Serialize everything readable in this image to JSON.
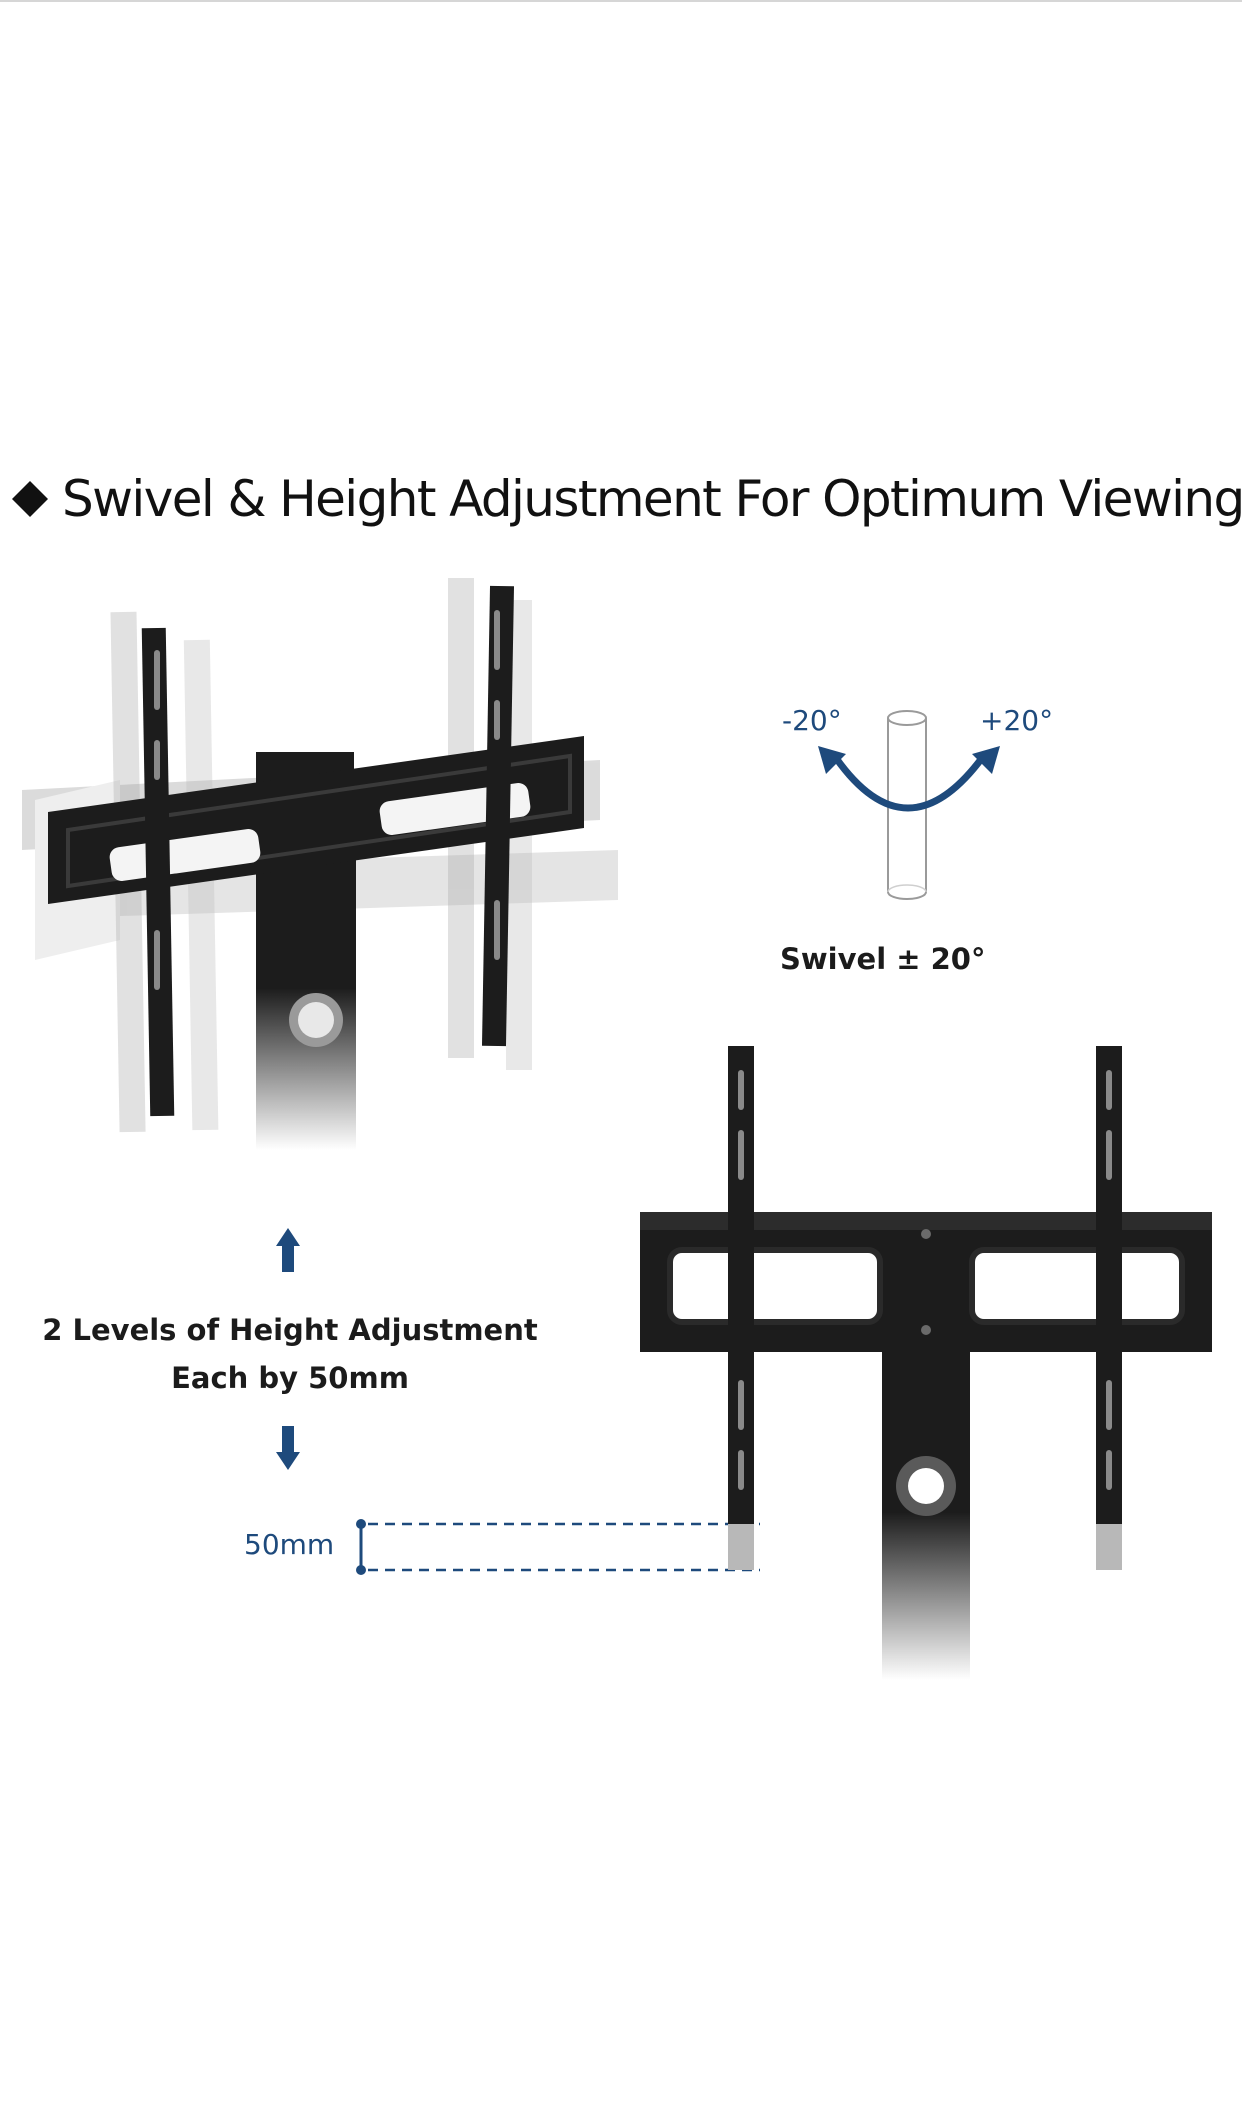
{
  "heading": {
    "icon": "diamond-bullet-icon",
    "text": "Swivel & Height Adjustment For Optimum Viewing"
  },
  "swivel": {
    "left_angle": "-20°",
    "right_angle": "+20°",
    "caption": "Swivel ± 20°"
  },
  "height": {
    "line1": "2 Levels of Height Adjustment",
    "line2": "Each by 50mm",
    "distance_label": "50mm"
  },
  "colors": {
    "accent_blue": "#1e4a7c",
    "mount_black": "#1c1c1c",
    "ghost_gray": "#bdbdbd"
  }
}
